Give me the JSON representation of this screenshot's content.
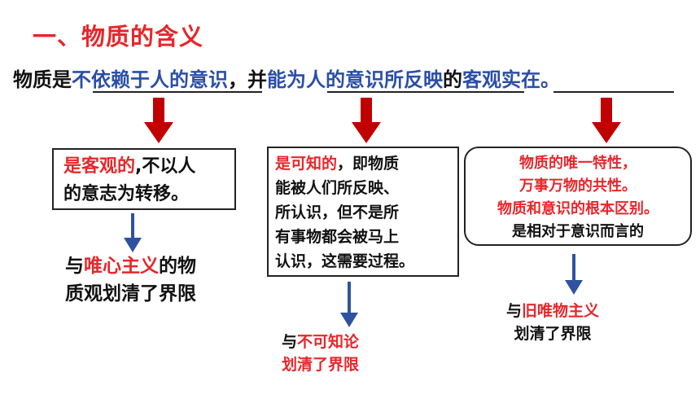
{
  "title": "一、物质的含义",
  "definition": {
    "p1": "物质是",
    "h1": "不依赖于人的意识",
    "p2": "，并",
    "h2": "能为人的意识所反映",
    "p3": "的",
    "h3": "客观实在。"
  },
  "box1": {
    "red": "是客观的",
    "rest_line1": ",不以人",
    "line2": "的意志为转移。"
  },
  "box2": {
    "red": "是可知的",
    "rest_line1": "，即物质",
    "line2": "能被人们所反映、",
    "line3": "所认识，但不是所",
    "line4": "有事物都会被马上",
    "line5": "认识，这需要过程。"
  },
  "box3": {
    "line1": "物质的唯一特性，",
    "line2": "万事万物的共性。",
    "line3": "物质和意识的根本区别。",
    "line4": "是相对于意识而言的"
  },
  "conclusion1": {
    "pre": "与",
    "red": "唯心主义",
    "post": "的物",
    "line2": "质观划清了界限"
  },
  "conclusion2": {
    "pre": "与",
    "red": "不可知论",
    "line2": "划清了界限"
  },
  "conclusion3": {
    "pre": "与",
    "red": "旧唯物主义",
    "line2": "划清了界限"
  },
  "colors": {
    "title_red": "#e8262a",
    "highlight_blue": "#2a4ea8",
    "arrow_red": "#c00000",
    "arrow_blue": "#2f52a0"
  }
}
